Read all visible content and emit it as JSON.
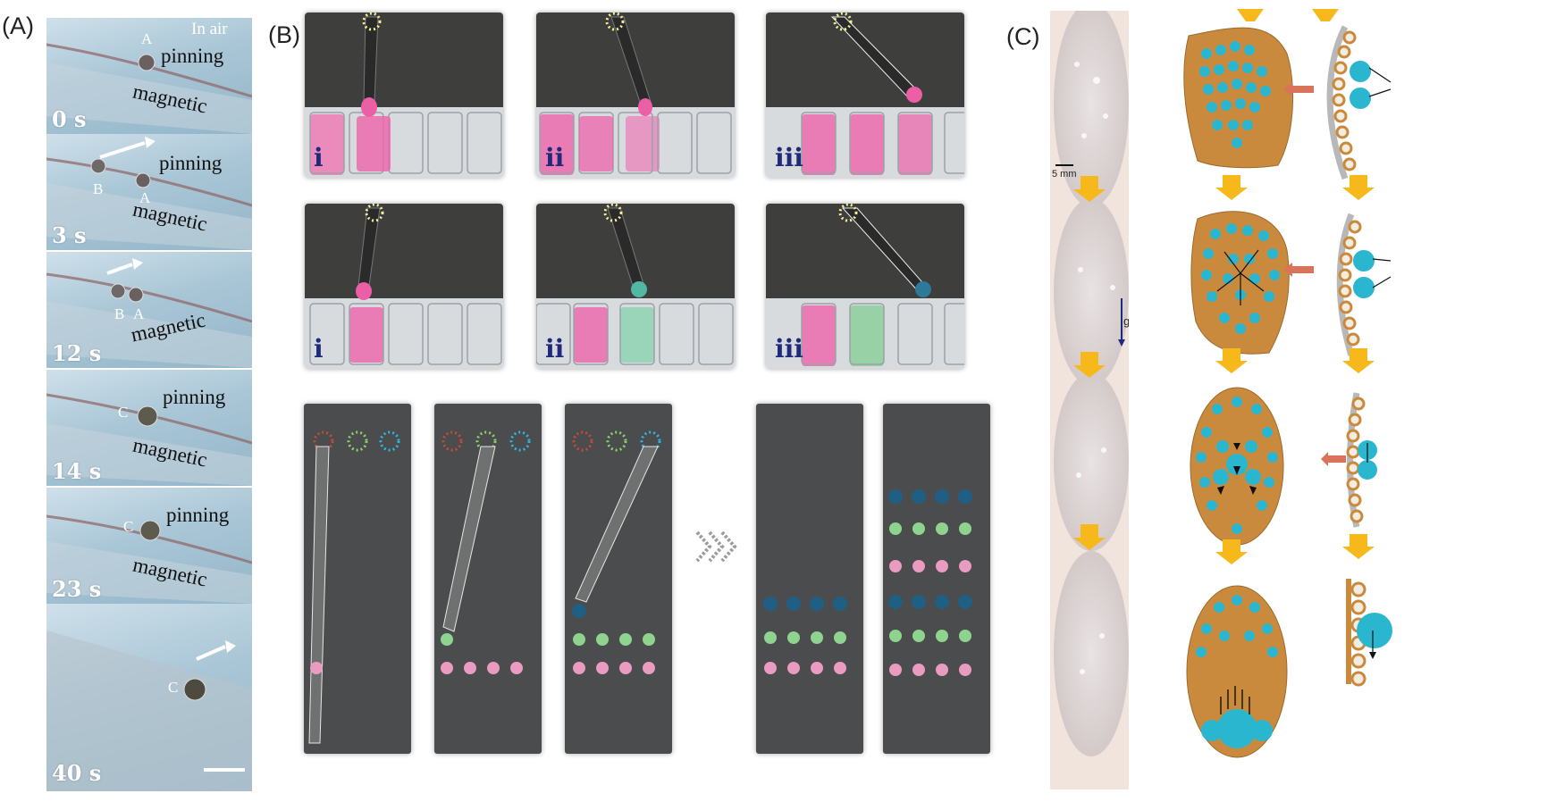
{
  "panels": {
    "a": {
      "letter": "(A)",
      "air_label": "In air",
      "pinning": "pinning",
      "magnetic": "magnetic",
      "frames": [
        {
          "time": "0 s",
          "drops": [
            "A"
          ]
        },
        {
          "time": "3 s",
          "drops": [
            "B",
            "A"
          ]
        },
        {
          "time": "12 s",
          "drops": [
            "B",
            "A"
          ]
        },
        {
          "time": "14 s",
          "drops": [
            "C"
          ]
        },
        {
          "time": "23 s",
          "drops": [
            "C"
          ]
        },
        {
          "time": "40 s",
          "drops": [
            "C"
          ]
        }
      ]
    },
    "b": {
      "letter": "(B)",
      "top_row": [
        "i",
        "ii",
        "iii"
      ],
      "middle_row": [
        "i",
        "ii",
        "iii"
      ]
    },
    "c": {
      "letter": "(C)",
      "scale_label": "5 mm",
      "gravity_label": "g"
    }
  },
  "colors": {
    "pink_droplet": "#ec5fa6",
    "cyan_droplet": "#2bb6cf",
    "orange_surface": "#c98a3e",
    "arrow_yellow": "#f7b81c",
    "arrow_salmon": "#d9735a",
    "roman_blue": "#1f2a7a"
  }
}
